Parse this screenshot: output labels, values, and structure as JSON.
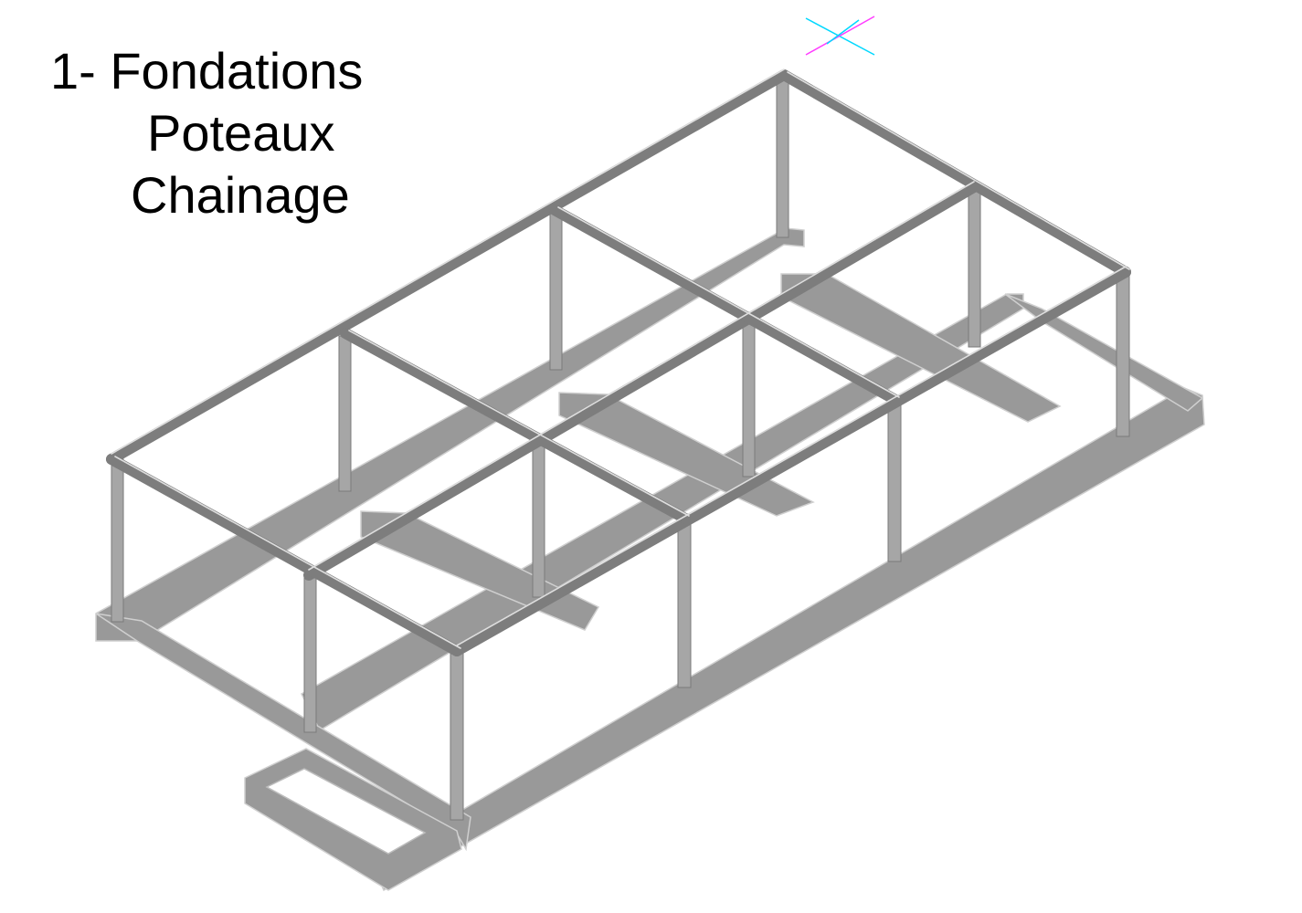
{
  "title": {
    "line1": "1- Fondations",
    "line2": "Poteaux",
    "line3": "Chainage"
  },
  "colors": {
    "background": "#ffffff",
    "concrete_fill": "#999999",
    "concrete_edge": "#d6d6d6",
    "concrete_dark": "#7f7f7f",
    "text": "#000000",
    "axis_cyan": "#00ffff",
    "axis_magenta": "#ff00ff"
  },
  "icons": {
    "ucs_marker": "ucs-axis-cross-icon"
  }
}
